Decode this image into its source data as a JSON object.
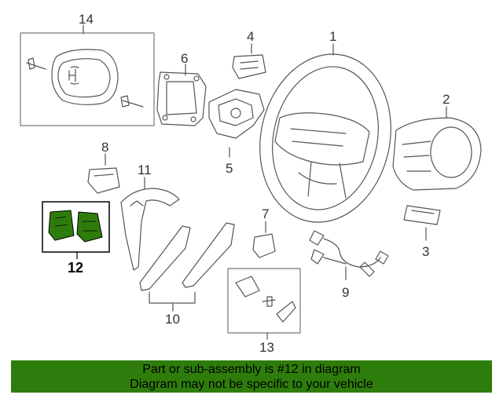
{
  "callouts": {
    "c1": "1",
    "c2": "2",
    "c3": "3",
    "c4": "4",
    "c5": "5",
    "c6": "6",
    "c7": "7",
    "c8": "8",
    "c9": "9",
    "c10": "10",
    "c11": "11",
    "c12": "12",
    "c13": "13",
    "c14": "14"
  },
  "highlight_part": "12",
  "colors": {
    "highlight": "#2e7d0c",
    "line": "#555555",
    "banner": "#2e7d0c"
  },
  "banner": {
    "line1": "Part or sub-assembly is #12 in diagram",
    "line2": "Diagram may not be specific to your vehicle"
  }
}
